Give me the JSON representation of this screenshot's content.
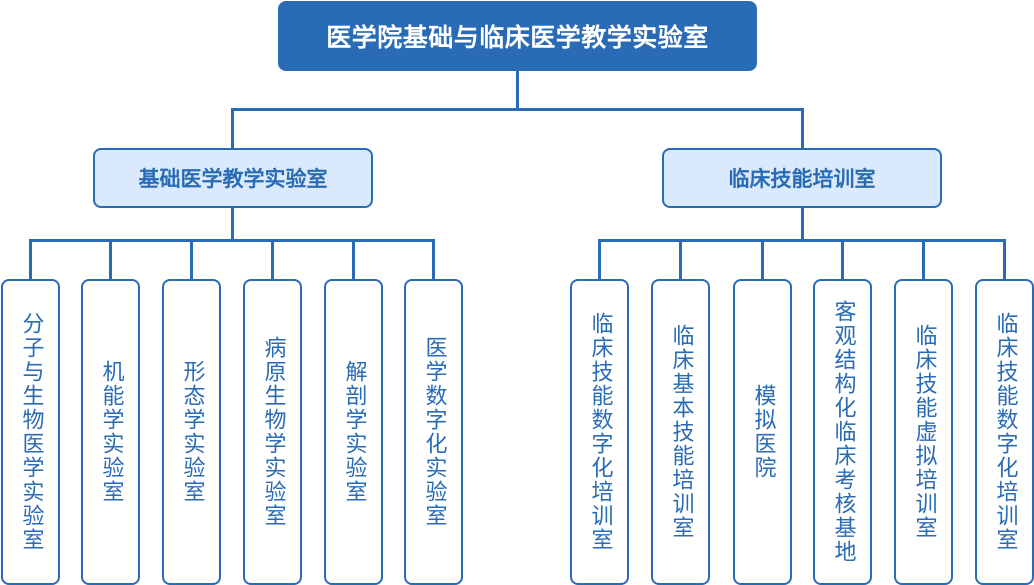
{
  "root": {
    "label": "医学院基础与临床医学教学实验室"
  },
  "branches": [
    {
      "label": "基础医学教学实验室",
      "children": [
        {
          "label": "分子与生物医学实验室"
        },
        {
          "label": "机能学实验室"
        },
        {
          "label": "形态学实验室"
        },
        {
          "label": "病原生物学实验室"
        },
        {
          "label": "解剖学实验室"
        },
        {
          "label": "医学数字化实验室"
        }
      ]
    },
    {
      "label": "临床技能培训室",
      "children": [
        {
          "label": "临床技能数字化培训室"
        },
        {
          "label": "临床基本技能培训室"
        },
        {
          "label": "模拟医院"
        },
        {
          "label": "客观结构化临床考核基地"
        },
        {
          "label": "临床技能虚拟培训室"
        },
        {
          "label": "临床技能数字化培训室"
        }
      ]
    }
  ],
  "colors": {
    "primary": "#2a6bb5",
    "level2_fill": "#daeafc",
    "leaf_fill": "#ffffff"
  }
}
